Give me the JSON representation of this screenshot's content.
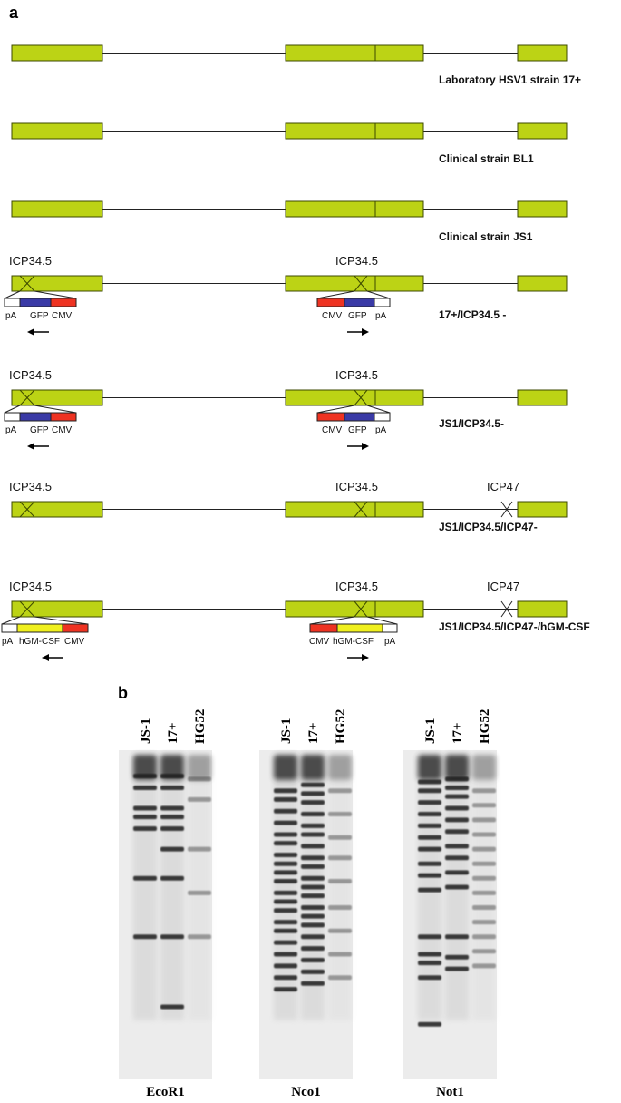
{
  "panel_a": {
    "label": "a",
    "rows": [
      {
        "strain": "Laboratory HSV1 strain 17+",
        "top_labels": [],
        "inserts": []
      },
      {
        "strain": "Clinical strain BL1",
        "top_labels": [],
        "inserts": []
      },
      {
        "strain": "Clinical strain JS1",
        "top_labels": [],
        "inserts": []
      },
      {
        "strain": "17+/ICP34.5 -",
        "top_labels": [
          "ICP34.5",
          "ICP34.5"
        ],
        "inserts": [
          {
            "seg_colors": [
              "#ffffff",
              "#3a3aa6",
              "#ee3322"
            ],
            "labels": [
              "pA",
              "GFP",
              "CMV"
            ],
            "arrow": "left"
          },
          {
            "seg_colors": [
              "#ee3322",
              "#3a3aa6",
              "#ffffff"
            ],
            "labels": [
              "CMV",
              "GFP",
              "pA"
            ],
            "arrow": "right"
          }
        ]
      },
      {
        "strain": "JS1/ICP34.5-",
        "top_labels": [
          "ICP34.5",
          "ICP34.5"
        ],
        "inserts": [
          {
            "seg_colors": [
              "#ffffff",
              "#3a3aa6",
              "#ee3322"
            ],
            "labels": [
              "pA",
              "GFP",
              "CMV"
            ],
            "arrow": "left"
          },
          {
            "seg_colors": [
              "#ee3322",
              "#3a3aa6",
              "#ffffff"
            ],
            "labels": [
              "CMV",
              "GFP",
              "pA"
            ],
            "arrow": "right"
          }
        ]
      },
      {
        "strain": "JS1/ICP34.5/ICP47-",
        "top_labels": [
          "ICP34.5",
          "ICP34.5",
          "ICP47"
        ],
        "inserts": []
      },
      {
        "strain": "JS1/ICP34.5/ICP47-/hGM-CSF",
        "top_labels": [
          "ICP34.5",
          "ICP34.5",
          "ICP47"
        ],
        "inserts": [
          {
            "seg_colors": [
              "#ffffff",
              "#f0f01e",
              "#ee3322"
            ],
            "labels": [
              "pA",
              "hGM-CSF",
              "CMV"
            ],
            "arrow": "left"
          },
          {
            "seg_colors": [
              "#ee3322",
              "#f0f01e",
              "#ffffff"
            ],
            "labels": [
              "CMV",
              "hGM-CSF",
              "pA"
            ],
            "arrow": "right"
          }
        ]
      }
    ]
  },
  "panel_b": {
    "label": "b",
    "gels": [
      {
        "enzyme": "EcoR1",
        "lanes": [
          "JS-1",
          "17+",
          "HG52"
        ]
      },
      {
        "enzyme": "Nco1",
        "lanes": [
          "JS-1",
          "17+",
          "HG52"
        ]
      },
      {
        "enzyme": "Not1",
        "lanes": [
          "JS-1",
          "17+",
          "HG52"
        ]
      }
    ]
  },
  "colors": {
    "gene_box": "#bcd315",
    "gene_stroke": "#3d4a00",
    "gel_background": "#ececec"
  }
}
